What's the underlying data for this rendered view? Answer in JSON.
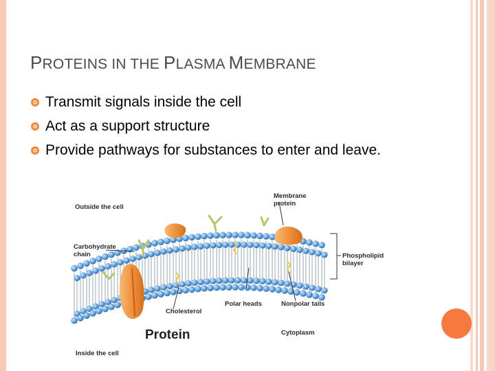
{
  "slide": {
    "title_parts": [
      {
        "text": "P",
        "big": true
      },
      {
        "text": "ROTEINS IN THE ",
        "big": false
      },
      {
        "text": "P",
        "big": true
      },
      {
        "text": "LASMA ",
        "big": false
      },
      {
        "text": "M",
        "big": true
      },
      {
        "text": "EMBRANE",
        "big": false
      }
    ],
    "bullets": [
      "Transmit signals inside the cell",
      "Act as a support structure",
      "Provide pathways for substances to enter and leave."
    ],
    "bullet_icon": "gear-bullet-icon",
    "colors": {
      "accent": "#f47a3e",
      "border": "#f6c9b7",
      "bullet": "#f08a3c",
      "head": "#5b9bd5",
      "protein": "#f0923e"
    }
  },
  "figure": {
    "labels": {
      "outside": "Outside the cell",
      "membrane_protein": "Membrane\nprotein",
      "carbohydrate": "Carbohydrate\nchain",
      "phospholipid": "Phospholipid\nbilayer",
      "polar_heads": "Polar heads",
      "nonpolar_tails": "Nonpolar tails",
      "cholesterol": "Cholesterol",
      "protein": "Protein",
      "cytoplasm": "Cytoplasm",
      "inside": "Inside the cell"
    }
  }
}
